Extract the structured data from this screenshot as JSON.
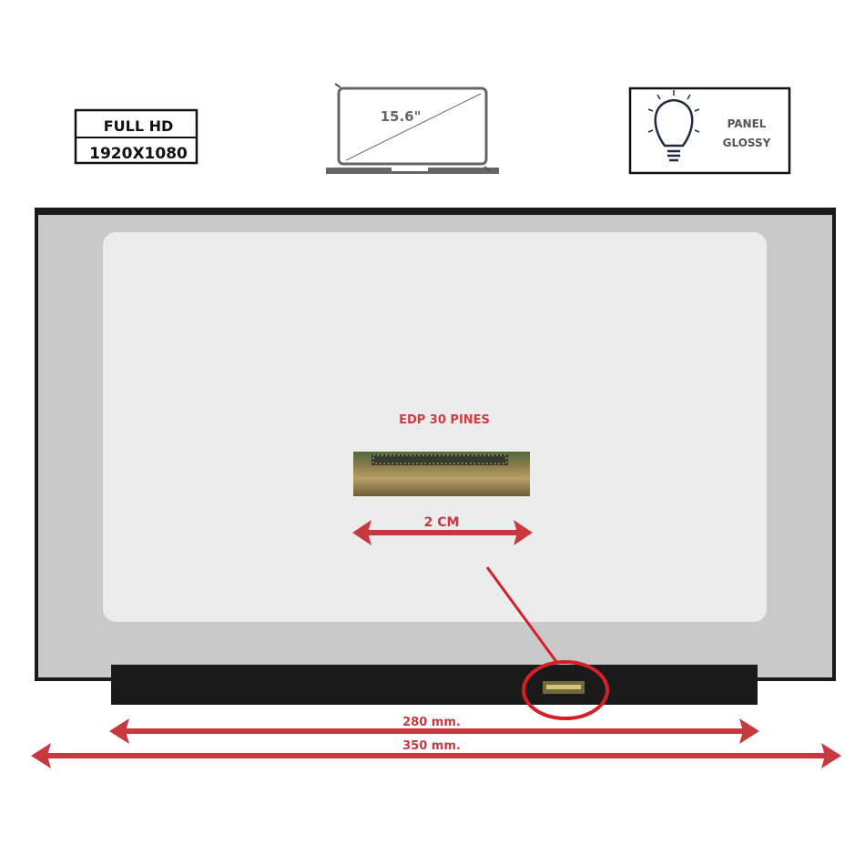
{
  "resolution_badge": {
    "line1": "FULL HD",
    "line2": "1920X1080"
  },
  "size_badge": {
    "diagonal": "15.6\""
  },
  "panel_badge": {
    "line1": "PANEL",
    "line2": "GLOSSY"
  },
  "connector": {
    "label": "EDP 30 PINES",
    "width_label": "2 CM"
  },
  "dimensions": {
    "inner_width": "280 mm.",
    "outer_width": "350 mm."
  },
  "colors": {
    "accent_red": "#c8393f",
    "frame": "#1a1a1a",
    "bezel": "#c9c9c9",
    "screen": "#ececec"
  }
}
